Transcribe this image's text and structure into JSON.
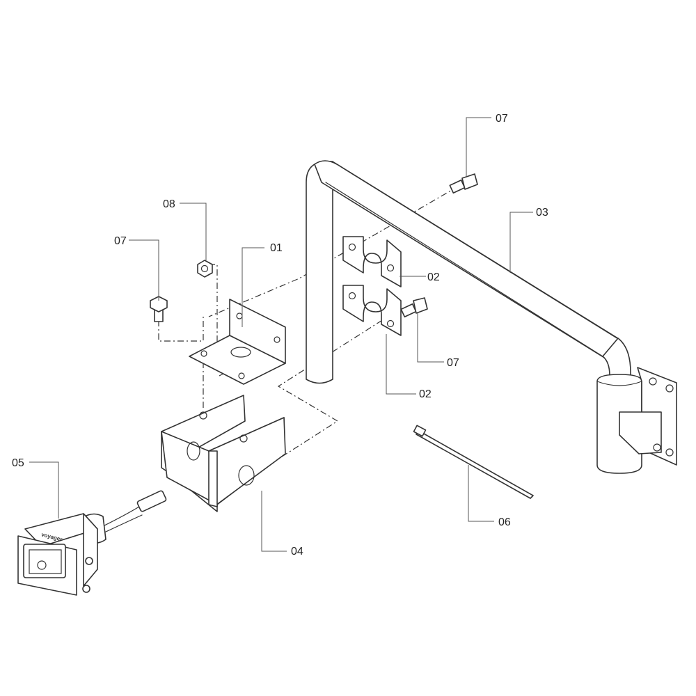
{
  "callouts": {
    "c01": "01",
    "c02a": "02",
    "c02b": "02",
    "c03": "03",
    "c04": "04",
    "c05": "05",
    "c06": "06",
    "c07a": "07",
    "c07b": "07",
    "c07c": "07",
    "c08": "08"
  },
  "camera_logo": "voyager",
  "colors": {
    "line": "#333333",
    "background": "#ffffff"
  }
}
